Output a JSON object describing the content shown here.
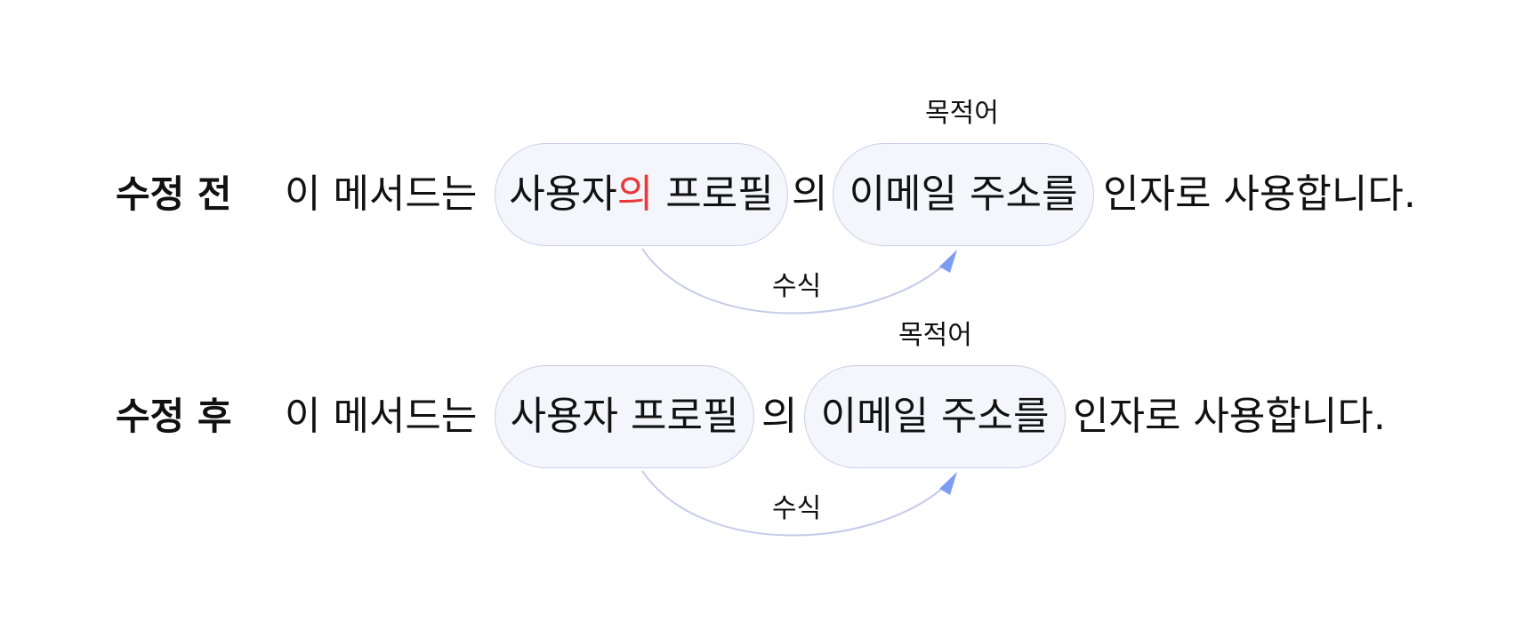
{
  "colors": {
    "highlight": "#e83a3a",
    "pill_border": "#c9cfea",
    "pill_fill": "#f5f6fb",
    "arrow_curve": "#c5cbea",
    "arrow_head": "#7f9cf5"
  },
  "before": {
    "label": "수정 전",
    "prefix": "이 메서드는",
    "modifier_main": "사용자",
    "modifier_particle": "의",
    "modifier_rest": "프로필",
    "connector": "의",
    "object_phrase": "이메일 주소를",
    "suffix": "인자로 사용합니다.",
    "object_tag": "목적어",
    "modify_tag": "수식"
  },
  "after": {
    "label": "수정 후",
    "prefix": "이 메서드는",
    "modifier_phrase": "사용자 프로필",
    "connector": "의",
    "object_phrase": "이메일 주소를",
    "suffix": "인자로 사용합니다.",
    "object_tag": "목적어",
    "modify_tag": "수식"
  }
}
